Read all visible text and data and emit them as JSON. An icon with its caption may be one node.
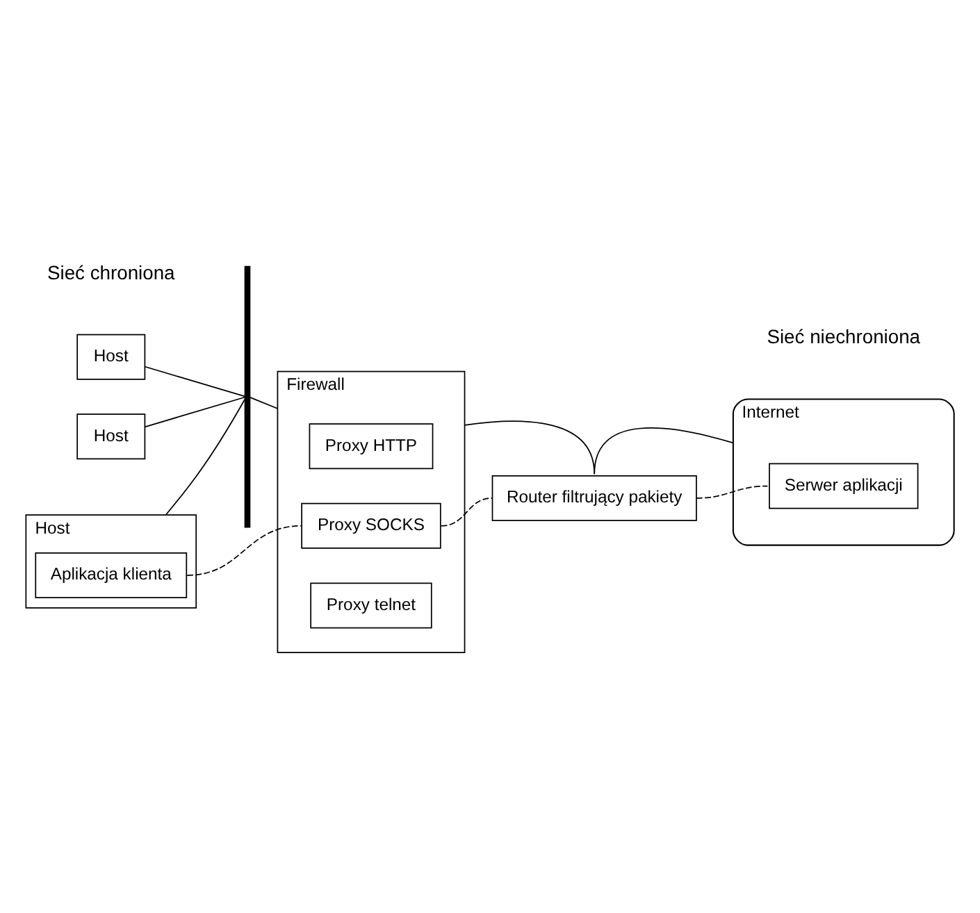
{
  "diagram": {
    "nodes": [
      {
        "text": [
          "Host"
        ]
      },
      {
        "text": [
          "Host"
        ]
      },
      {
        "text": [
          "Aplikacja klienta"
        ],
        "in": 1
      },
      {
        "text": [
          "Host"
        ]
      },
      {
        "text": [],
        "shape": "bar"
      },
      {
        "text": [
          "Firewall"
        ]
      },
      {
        "text": [
          "Proxy HTTP"
        ],
        "in": 5
      },
      {
        "text": [
          "Proxy SOCKS"
        ],
        "in": 5
      },
      {
        "text": [
          "Proxy telnet"
        ],
        "in": 5
      },
      {
        "text": [
          "Router filtrujący pakiety"
        ]
      },
      {
        "text": [
          "Internet"
        ]
      },
      {
        "text": [
          "Serwer aplikacji"
        ],
        "in": 10
      }
    ],
    "edges": [
      {
        "from": 0,
        "to": 4,
        "arrow": "none"
      },
      {
        "from": 1,
        "to": 4,
        "arrow": "none"
      },
      {
        "from": 3,
        "to": 4,
        "arrow": "none"
      },
      {
        "from": 4,
        "to": 5,
        "arrow": "none"
      },
      {
        "from": 5,
        "to": 9,
        "arrow": "none"
      },
      {
        "from": 9,
        "to": 10,
        "arrow": "none"
      },
      {
        "from": 2,
        "to": 7,
        "arrow": "none",
        "style": "dashed"
      },
      {
        "from": 7,
        "to": 9,
        "arrow": "none",
        "style": "dashed"
      },
      {
        "from": 9,
        "to": 11,
        "arrow": "none",
        "style": "dashed"
      }
    ],
    "labels": [
      "Sieć chroniona",
      "Sieć niechroniona"
    ]
  }
}
